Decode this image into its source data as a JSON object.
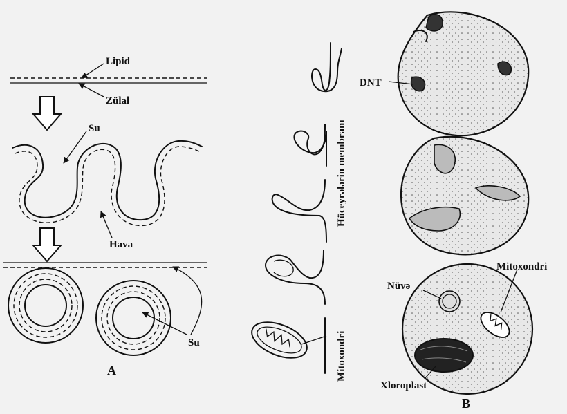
{
  "labels": {
    "lipid": "Lipid",
    "zulal": "Zülal",
    "su_top": "Su",
    "hava": "Hava",
    "su_bottom": "Su",
    "panel_a": "A",
    "membrane": "Hüceyrələrin membranı",
    "mitoxondri_vertical": "Mitoxondri",
    "dnt": "DNT",
    "nuve": "Nüvə",
    "mitoxondri": "Mitoxondri",
    "xloroplast": "Xloroplast",
    "panel_b": "B"
  }
}
